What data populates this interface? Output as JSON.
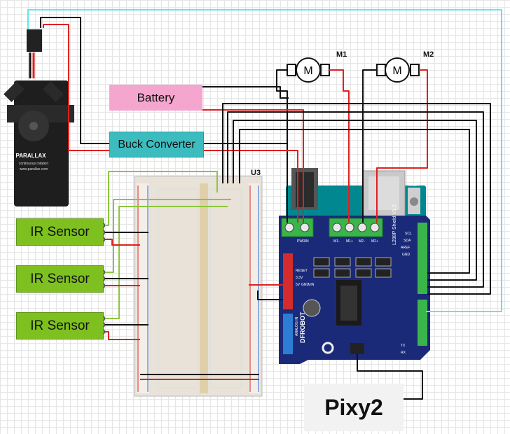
{
  "labels": {
    "battery": "Battery",
    "buck_converter": "Buck Converter",
    "ir_sensors": [
      "IR Sensor",
      "IR Sensor",
      "IR Sensor"
    ],
    "pixy": "Pixy2",
    "breadboard": "U3",
    "motor1": "M1",
    "motor2": "M2",
    "motor_symbol": "M"
  },
  "servo": {
    "brand": "PARALLAX",
    "subtitle": "continuous rotation",
    "url": "www.parallax.com"
  },
  "shield": {
    "name": "L298P Shield V1.2",
    "brand": "DFROBOT",
    "terminal_labels": [
      "PWRIN",
      "M1-",
      "M1+",
      "M2-",
      "M2+"
    ],
    "header_labels": [
      "RESET",
      "3.3V",
      "5V",
      "GND",
      "VIN"
    ],
    "right_labels": [
      "SCL",
      "SDA",
      "AREF",
      "GND"
    ],
    "analog_label": "ANALOG IN",
    "misc_labels": [
      "RESET",
      "TX",
      "RX"
    ]
  },
  "colors": {
    "wire_red": "#e02020",
    "wire_black": "#111111",
    "wire_cyan": "#5de6ee",
    "wire_green": "#8cc63e",
    "shield_blue": "#1b2a78",
    "arduino_teal": "#00878f"
  }
}
